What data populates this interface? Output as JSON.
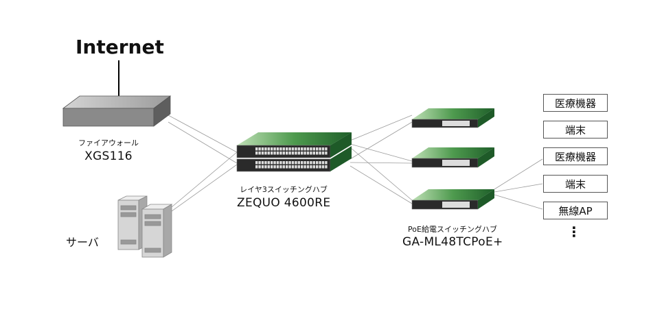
{
  "internet_label": "Internet",
  "firewall": {
    "caption": "ファイアウォール",
    "model": "XGS116"
  },
  "server": {
    "caption": "サーバ"
  },
  "core_switch": {
    "caption": "レイヤ3スイッチングハブ",
    "model": "ZEQUO 4600RE"
  },
  "poe_switch": {
    "caption": "PoE給電スイッチングハブ",
    "model": "GA-ML48TCPoE+"
  },
  "devices": [
    "医療機器",
    "端末",
    "医療機器",
    "端末",
    "無線AP"
  ],
  "more": "⋮",
  "colors": {
    "switch_green": "#2f7a3a",
    "line": "#9a9a9a",
    "firewall_gray": "#8a8a8a"
  }
}
